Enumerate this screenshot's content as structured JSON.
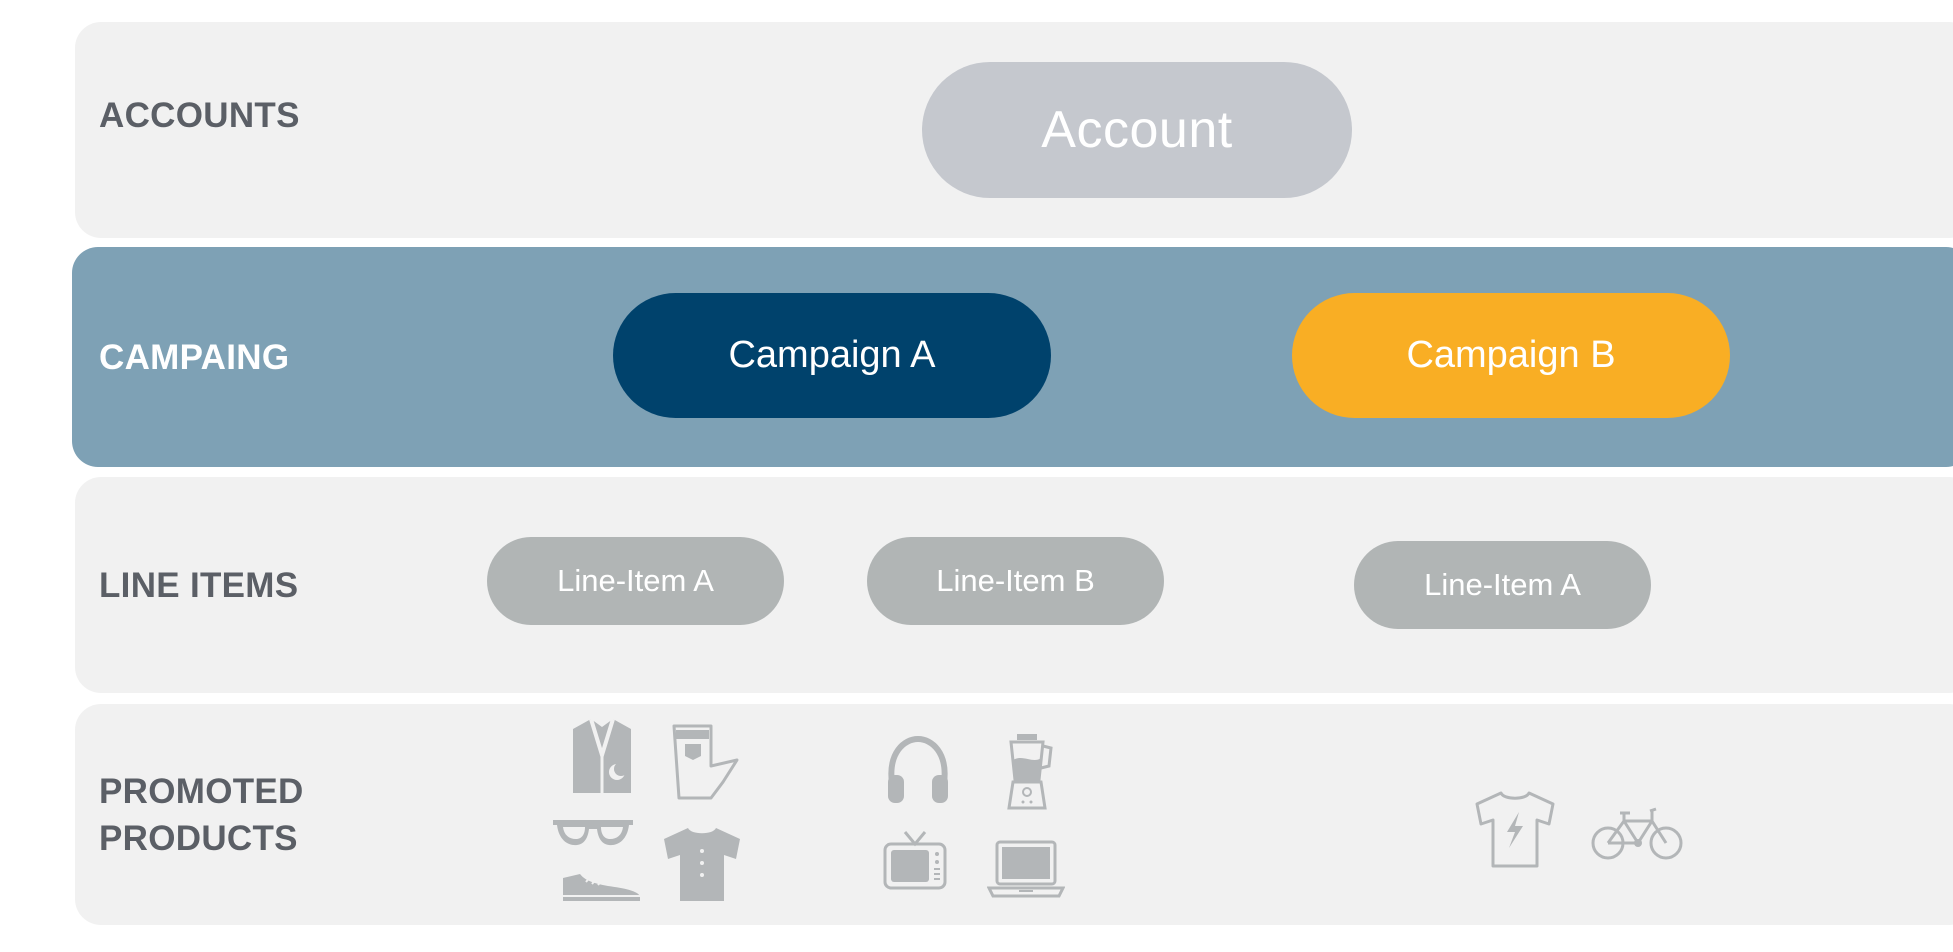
{
  "rows": {
    "accounts": {
      "label": "ACCOUNTS"
    },
    "campaign": {
      "label": "CAMPAING"
    },
    "line_items": {
      "label": "LINE ITEMS"
    },
    "promoted_products": {
      "label_line1": "PROMOTED",
      "label_line2": "PRODUCTS"
    }
  },
  "account": {
    "label": "Account"
  },
  "campaigns": [
    {
      "label": "Campaign A",
      "color": "#00426c"
    },
    {
      "label": "Campaign B",
      "color": "#f9ae24"
    }
  ],
  "line_items": [
    {
      "label": "Line-Item A"
    },
    {
      "label": "Line-Item B"
    },
    {
      "label": "Line-Item A"
    }
  ],
  "product_groups": [
    {
      "icons": [
        "robe-icon",
        "jeans-icon",
        "sunglasses-icon",
        "tshirt-icon",
        "sneaker-icon"
      ]
    },
    {
      "icons": [
        "headphones-icon",
        "blender-icon",
        "tv-icon",
        "laptop-icon"
      ]
    },
    {
      "icons": [
        "lightning-tshirt-icon",
        "bicycle-icon"
      ]
    }
  ],
  "colors": {
    "band_background": "#f1f1f1",
    "campaign_band": "#7ea1b5",
    "account_pill": "#c5c8ce",
    "line_item_pill": "#b1b5b5",
    "label_text": "#5b5f66",
    "icon_fill": "#b3b6b8"
  }
}
